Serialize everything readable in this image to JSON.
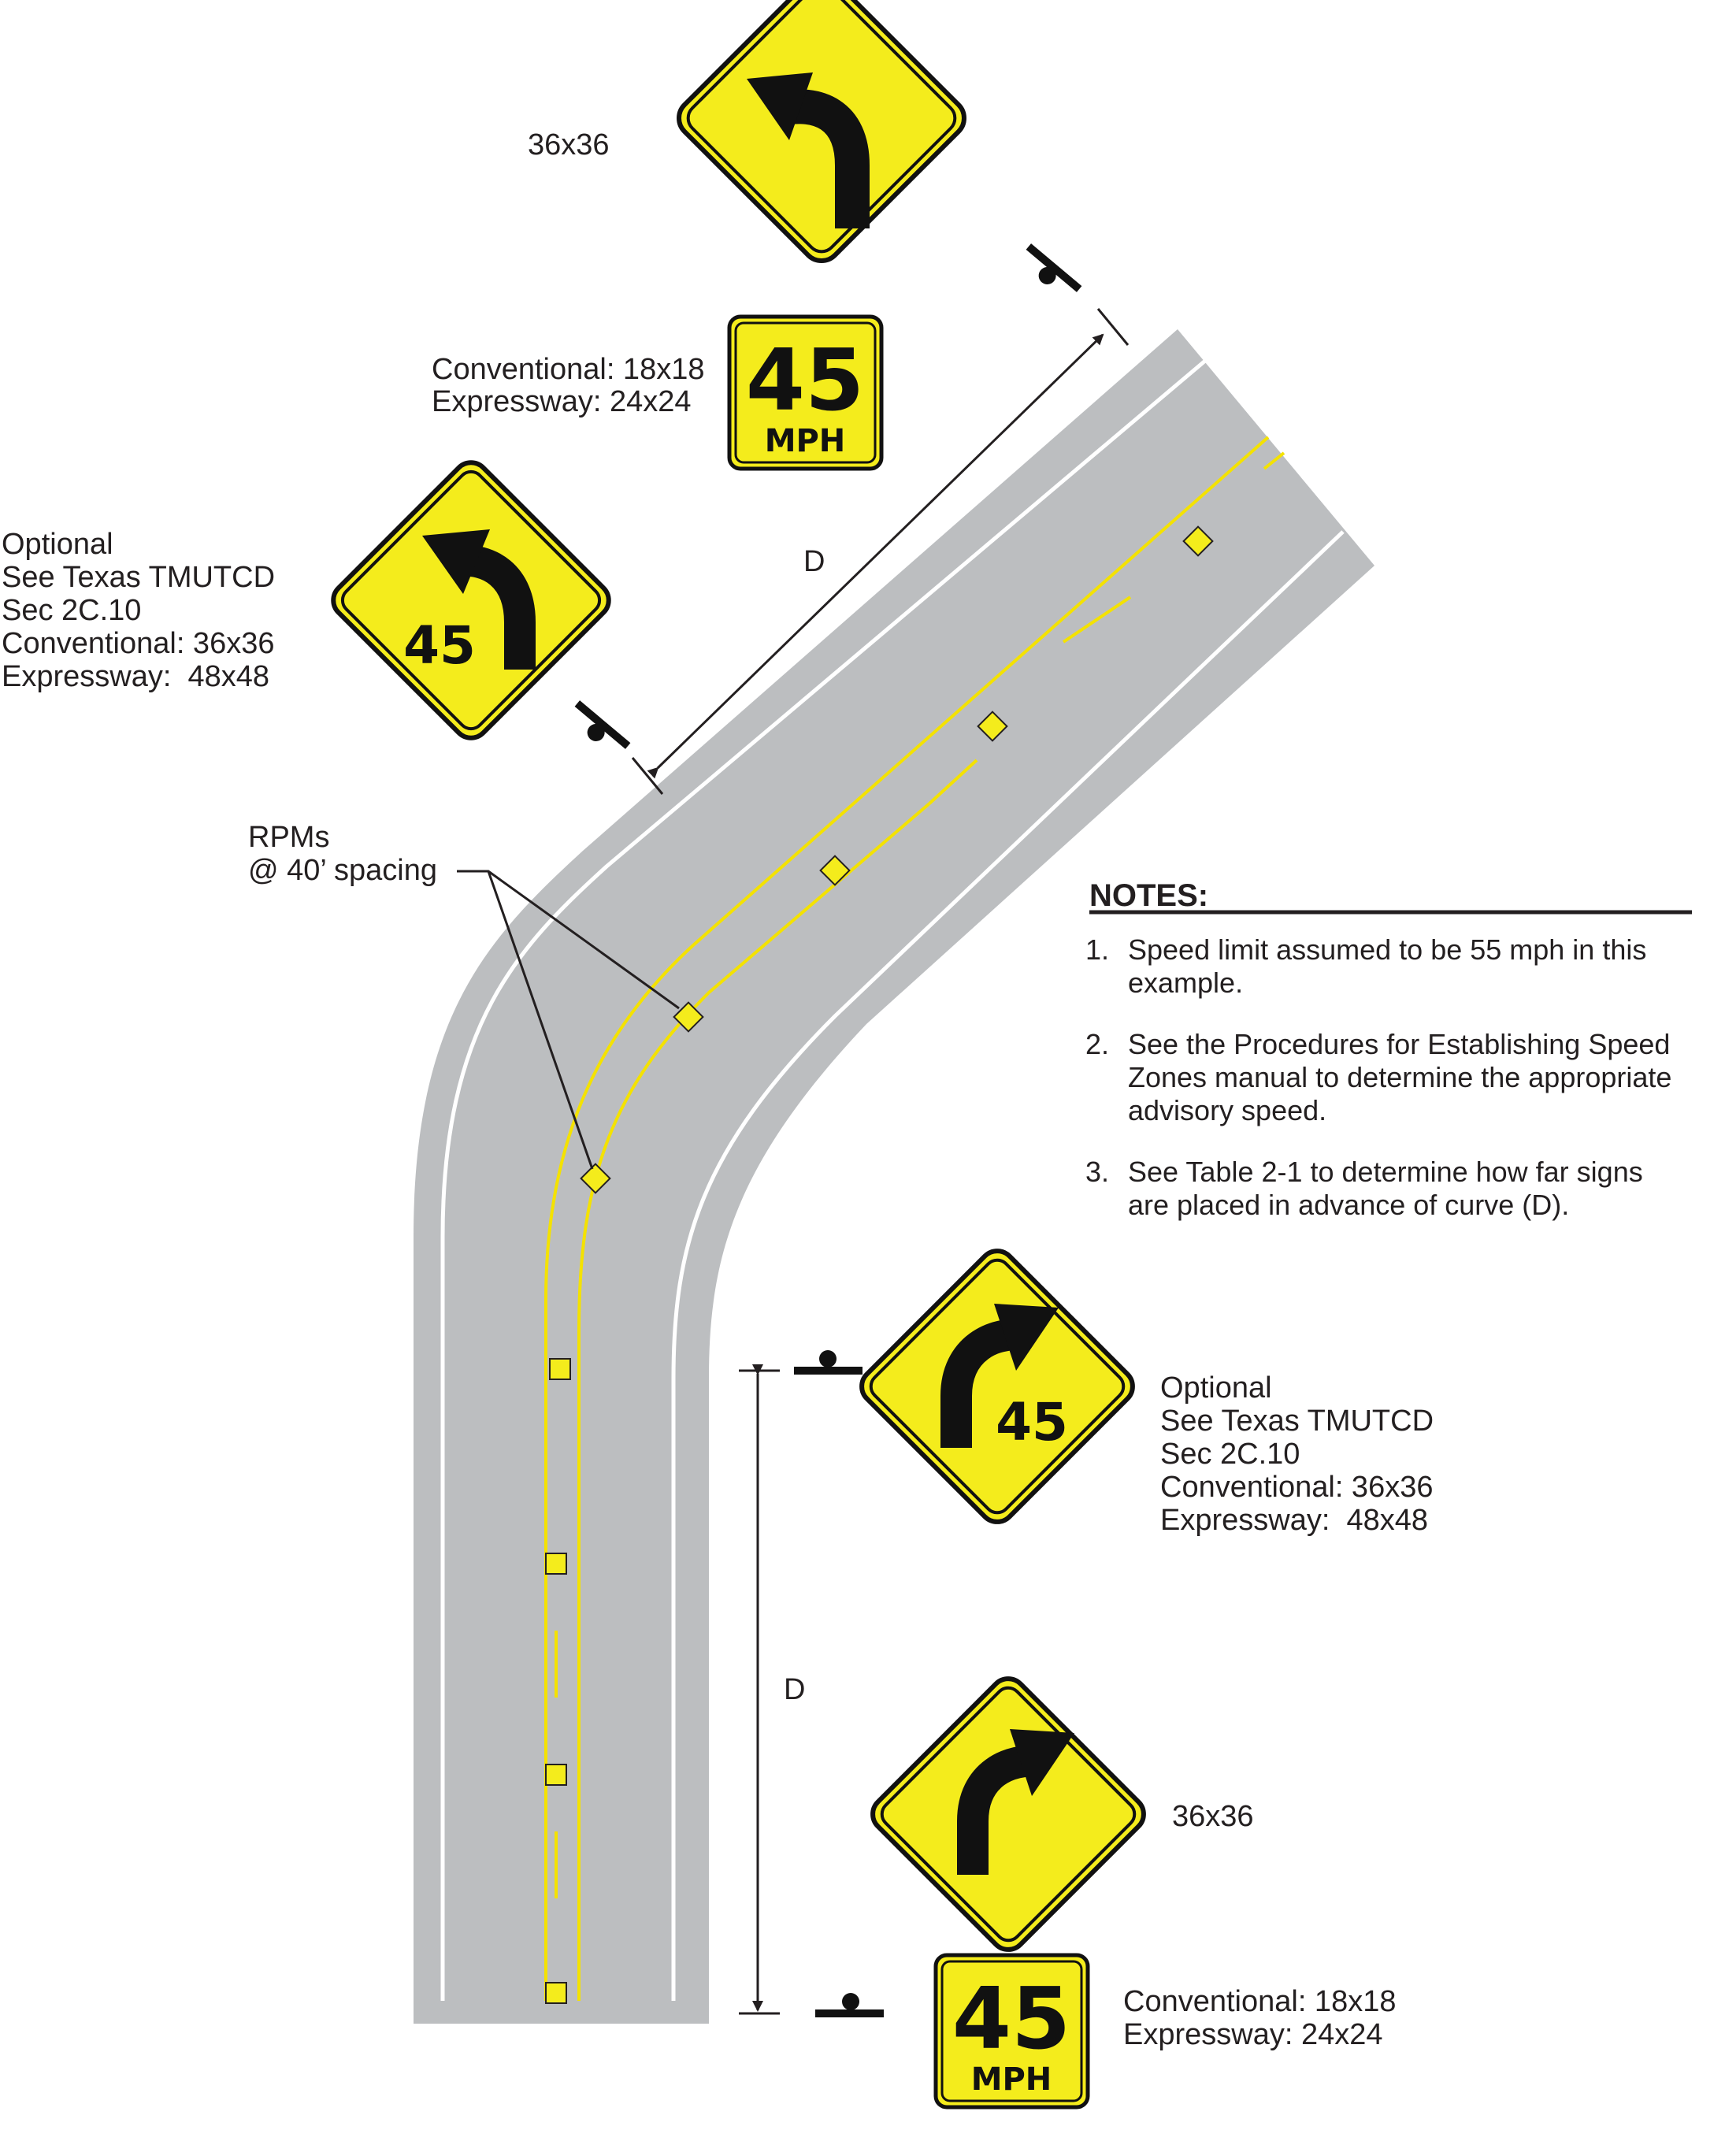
{
  "labels": {
    "top_sign_size": "36x36",
    "top_plaque_size": [
      "Conventional: 18x18",
      "Expressway: 24x24"
    ],
    "left_optional": [
      "Optional",
      "See Texas TMUTCD",
      "Sec 2C.10",
      "Conventional: 36x36",
      "Expressway:  48x48"
    ],
    "right_optional": [
      "Optional",
      "See Texas TMUTCD",
      "Sec 2C.10",
      "Conventional: 36x36",
      "Expressway:  48x48"
    ],
    "bottom_sign_size": "36x36",
    "bottom_plaque_size": [
      "Conventional: 18x18",
      "Expressway: 24x24"
    ],
    "rpms": [
      "RPMs",
      "@ 40’ spacing"
    ],
    "distance_top": "D",
    "distance_bottom": "D"
  },
  "signs": {
    "speed": "45",
    "unit": "MPH",
    "top_warning_icon": "curve-left-arrow-icon",
    "left_combo_icon": "curve-left-arrow-icon",
    "right_combo_icon": "curve-right-arrow-icon",
    "bottom_warning_icon": "curve-right-arrow-icon"
  },
  "notes": {
    "title": "NOTES:",
    "items": [
      {
        "num": "1.",
        "lines": [
          "Speed limit assumed to be 55 mph in this",
          "example."
        ]
      },
      {
        "num": "2.",
        "lines": [
          "See the Procedures for Establishing Speed",
          "Zones manual to determine the appropriate",
          "advisory speed."
        ]
      },
      {
        "num": "3.",
        "lines": [
          "See Table 2-1 to determine how far signs",
          "are placed in advance of curve (D)."
        ]
      }
    ]
  },
  "colors": {
    "sign_yellow": "#f4ec1c",
    "pavement": "#bcbec0",
    "center_line": "#f4e200",
    "edge_line": "#ffffff",
    "ink": "#231f20"
  }
}
